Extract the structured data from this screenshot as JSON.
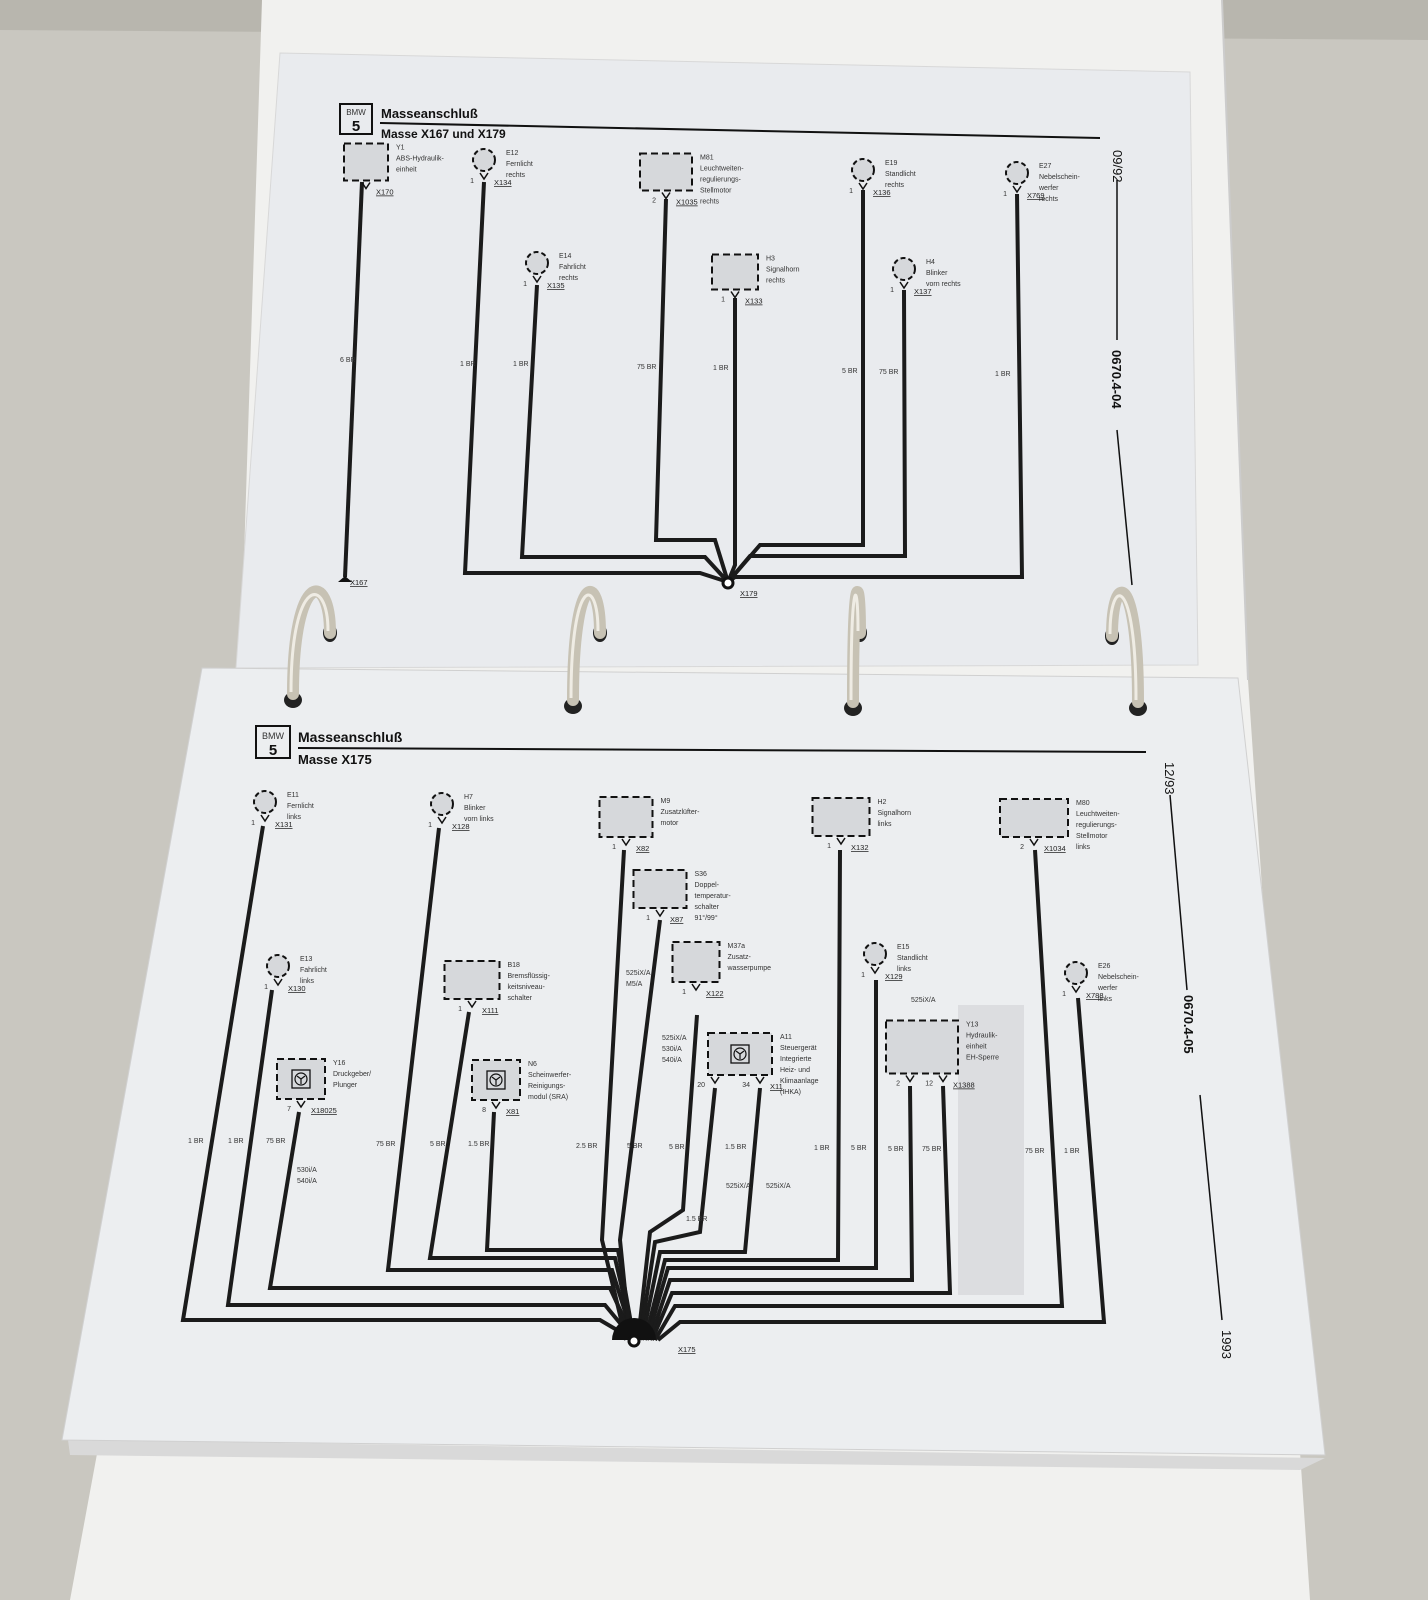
{
  "top_page": {
    "logo": {
      "brand": "BMW",
      "series": "5"
    },
    "title": "Masseanschluß",
    "subtitle": "Masse X167 und X179",
    "margin_date": "09/92",
    "margin_code": "0670.4-04",
    "ground_points": [
      "X167",
      "X179"
    ],
    "components": [
      {
        "lines": [
          "Y1",
          "ABS-Hydraulik-",
          "einheit"
        ],
        "pin": "",
        "connector": "X170"
      },
      {
        "lines": [
          "E12",
          "Fernlicht",
          "rechts"
        ],
        "pin": "1",
        "connector": "X134"
      },
      {
        "lines": [
          "E14",
          "Fahrlicht",
          "rechts"
        ],
        "pin": "1",
        "connector": "X135"
      },
      {
        "lines": [
          "M81",
          "Leuchtweiten-",
          "regulierungs-",
          "Stellmotor",
          "rechts"
        ],
        "pin": "2",
        "connector": "X1035"
      },
      {
        "lines": [
          "H3",
          "Signalhorn",
          "rechts"
        ],
        "pin": "1",
        "connector": "X133"
      },
      {
        "lines": [
          "E19",
          "Standlicht",
          "rechts"
        ],
        "pin": "1",
        "connector": "X136"
      },
      {
        "lines": [
          "H4",
          "Blinker",
          "vorn rechts"
        ],
        "pin": "1",
        "connector": "X137"
      },
      {
        "lines": [
          "E27",
          "Nebelschein-",
          "werfer",
          "rechts"
        ],
        "pin": "1",
        "connector": "X769"
      }
    ],
    "wire_labels": [
      "6 BR",
      "1 BR",
      "1 BR",
      "75 BR",
      "1 BR",
      "5 BR",
      "75 BR",
      "1 BR"
    ]
  },
  "bottom_page": {
    "logo": {
      "brand": "BMW",
      "series": "5"
    },
    "title": "Masseanschluß",
    "subtitle": "Masse X175",
    "margin_date": "12/93",
    "margin_code": "0670.4-05",
    "margin_year": "1993",
    "ground_point": "X175",
    "components": [
      {
        "lines": [
          "E11",
          "Fernlicht",
          "links"
        ],
        "pins": [
          "1"
        ],
        "connector": "X131"
      },
      {
        "lines": [
          "H7",
          "Blinker",
          "vorn links"
        ],
        "pins": [
          "1"
        ],
        "connector": "X128"
      },
      {
        "lines": [
          "M9",
          "Zusatzlüfter-",
          "motor"
        ],
        "pins": [
          "1"
        ],
        "connector": "X82"
      },
      {
        "lines": [
          "H2",
          "Signalhorn",
          "links"
        ],
        "pins": [
          "1"
        ],
        "connector": "X132"
      },
      {
        "lines": [
          "M80",
          "Leuchtweiten-",
          "regulierungs-",
          "Stellmotor",
          "links"
        ],
        "pins": [
          "2"
        ],
        "connector": "X1034"
      },
      {
        "lines": [
          "S36",
          "Doppel-",
          "temperatur-",
          "schalter",
          "91°/99°"
        ],
        "pins": [
          "1"
        ],
        "connector": "X87"
      },
      {
        "lines": [
          "M37a",
          "Zusatz-",
          "wasserpumpe"
        ],
        "pins": [
          "1"
        ],
        "connector": "X122"
      },
      {
        "lines": [
          "E13",
          "Fahrlicht",
          "links"
        ],
        "pins": [
          "1"
        ],
        "connector": "X130"
      },
      {
        "lines": [
          "B18",
          "Bremsflüssig-",
          "keitsniveau-",
          "schalter"
        ],
        "pins": [
          "1"
        ],
        "connector": "X111"
      },
      {
        "lines": [
          "E15",
          "Standlicht",
          "links"
        ],
        "pins": [
          "1"
        ],
        "connector": "X129"
      },
      {
        "lines": [
          "E26",
          "Nebelschein-",
          "werfer",
          "links"
        ],
        "pins": [
          "1"
        ],
        "connector": "X788"
      },
      {
        "lines": [
          "Y16",
          "Druckgeber/",
          "Plunger"
        ],
        "pins": [
          "7"
        ],
        "connector": "X18025"
      },
      {
        "lines": [
          "N6",
          "Scheinwerfer-",
          "Reinigungs-",
          "modul (SRA)"
        ],
        "pins": [
          "8"
        ],
        "connector": "X81"
      },
      {
        "lines": [
          "A11",
          "Steuergerät",
          "Integrierte",
          "Heiz- und",
          "Klimaanlage",
          "(IHKA)"
        ],
        "pins": [
          "20",
          "34"
        ],
        "connector": "X11"
      },
      {
        "lines": [
          "Y13",
          "Hydraulik-",
          "einheit",
          "EH-Sperre"
        ],
        "pins": [
          "2",
          "12"
        ],
        "connector": "X1388"
      }
    ],
    "wire_labels": [
      "1 BR",
      "1 BR",
      "75 BR",
      "75 BR",
      "5 BR",
      "1.5 BR",
      "2.5 BR",
      "5 BR",
      "5 BR",
      "1.5 BR",
      "1 BR",
      "5 BR",
      "5 BR",
      "75 BR",
      "75 BR",
      "1 BR",
      "1.5 BR"
    ],
    "variant_notes": [
      [
        "525iX/A",
        "M5/A"
      ],
      [
        "525iX/A",
        "530i/A",
        "540i/A"
      ],
      [
        "530i/A",
        "540i/A"
      ],
      [
        "525iX/A"
      ],
      [
        "525iX/A"
      ],
      [
        "525iX/A"
      ]
    ]
  },
  "colors": {
    "wire": "#1b1b1b",
    "paper": "#eceef0",
    "background": "#c9c7c0"
  }
}
